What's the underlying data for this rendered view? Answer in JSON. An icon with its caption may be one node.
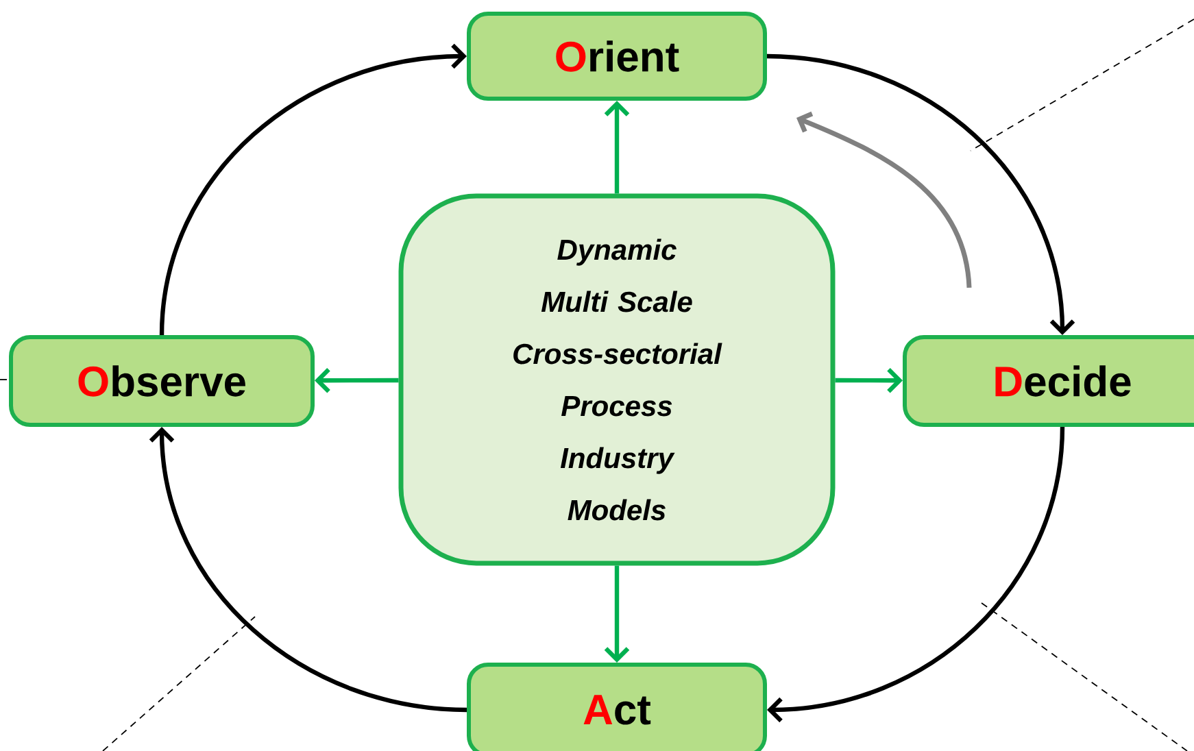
{
  "diagram": {
    "nodes": [
      {
        "text": [
          "Orient"
        ]
      },
      {
        "text": [
          "Observe"
        ]
      },
      {
        "text": [
          "Dynamic Multi Scale Cross-sectorial Process Industry Models"
        ]
      },
      {
        "text": [
          "Decide"
        ]
      },
      {
        "text": [
          "Act"
        ]
      }
    ],
    "edges": [
      {
        "from": 0,
        "to": 3,
        "arrow": "to",
        "color": "#000000"
      },
      {
        "from": 3,
        "to": 4,
        "arrow": "to",
        "color": "#000000"
      },
      {
        "from": 4,
        "to": 1,
        "arrow": "to",
        "color": "#000000"
      },
      {
        "from": 1,
        "to": 0,
        "arrow": "to",
        "color": "#000000"
      },
      {
        "from": 2,
        "to": 0,
        "arrow": "to",
        "color": "#00b050"
      },
      {
        "from": 2,
        "to": 1,
        "arrow": "to",
        "color": "#00b050"
      },
      {
        "from": 2,
        "to": 3,
        "arrow": "to",
        "color": "#00b050"
      },
      {
        "from": 2,
        "to": 4,
        "arrow": "to",
        "color": "#00b050"
      }
    ]
  }
}
